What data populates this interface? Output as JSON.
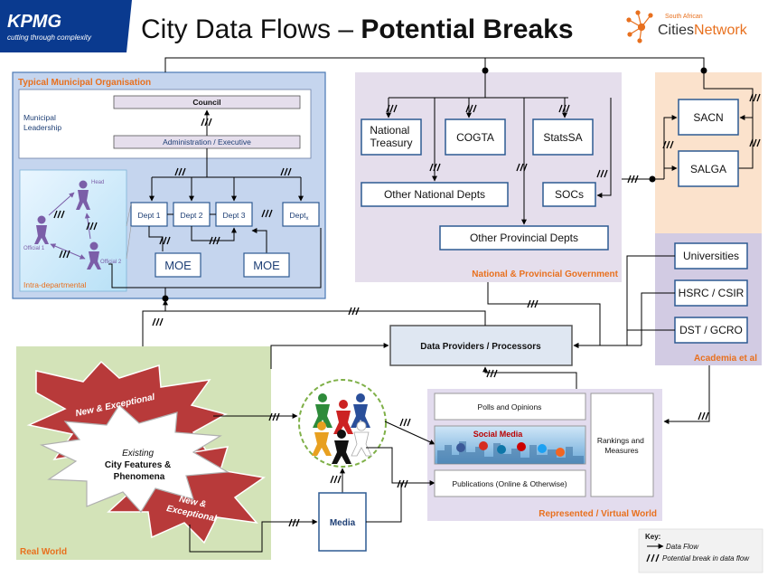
{
  "title": {
    "prefix": "City Data Flows – ",
    "bold": "Potential Breaks"
  },
  "kpmg": {
    "logo_text": "KPMG",
    "tagline": "cutting through complexity"
  },
  "sacn_logo": {
    "small": "South African",
    "main_a": "Cities",
    "main_b": "Network"
  },
  "municipal": {
    "title": "Typical Municipal Organisation",
    "leadership_line1": "Municipal",
    "leadership_line2": "Leadership",
    "council": "Council",
    "admin": "Administration / Executive",
    "depts": [
      "Dept 1",
      "Dept 2",
      "Dept 3",
      "Dept"
    ],
    "dept_x_sub": "x",
    "moe": [
      "MOE",
      "MOE"
    ],
    "intra": {
      "label": "Intra-departmental",
      "head": "Head",
      "official1": "Official 1",
      "official2": "Official 2"
    }
  },
  "national": {
    "label": "National & Provincial Government",
    "treasury_line1": "National",
    "treasury_line2": "Treasury",
    "cogta": "COGTA",
    "statssa": "StatsSA",
    "other_national": "Other National Depts",
    "socs": "SOCs",
    "other_provincial": "Other Provincial Depts"
  },
  "sacn_box": {
    "sacn": "SACN",
    "salga": "SALGA"
  },
  "academia": {
    "label": "Academia et al",
    "universities": "Universities",
    "hsrc": "HSRC / CSIR",
    "dst": "DST / GCRO"
  },
  "data_providers": "Data Providers / Processors",
  "real_world": {
    "label": "Real World",
    "new_top": "New & Exceptional",
    "existing_line1": "Existing",
    "existing_line2": "City Features &",
    "existing_line3": "Phenomena",
    "new_bottom_line1": "New &",
    "new_bottom_line2": "Exceptional"
  },
  "media": "Media",
  "virtual": {
    "label": "Represented / Virtual World",
    "polls": "Polls and Opinions",
    "social": "Social Media",
    "publications": "Publications (Online & Otherwise)",
    "rankings_line1": "Rankings and",
    "rankings_line2": "Measures"
  },
  "key": {
    "title": "Key:",
    "flow": "Data Flow",
    "break": "Potential break in data flow"
  },
  "colors": {
    "municipal_bg": "#c5d5ee",
    "national_bg": "#e5deec",
    "sacn_bg": "#fbe2cc",
    "academia_bg": "#d2cbe3",
    "real_world_bg": "#d3e3b8",
    "virtual_bg": "#e3dcee",
    "orange_label": "#e8701e",
    "kpmg_blue": "#0a3a8f",
    "starburst_red": "#b83a3a",
    "figure_purple": "#7b5ea8",
    "dept_border": "#2d5a92"
  }
}
